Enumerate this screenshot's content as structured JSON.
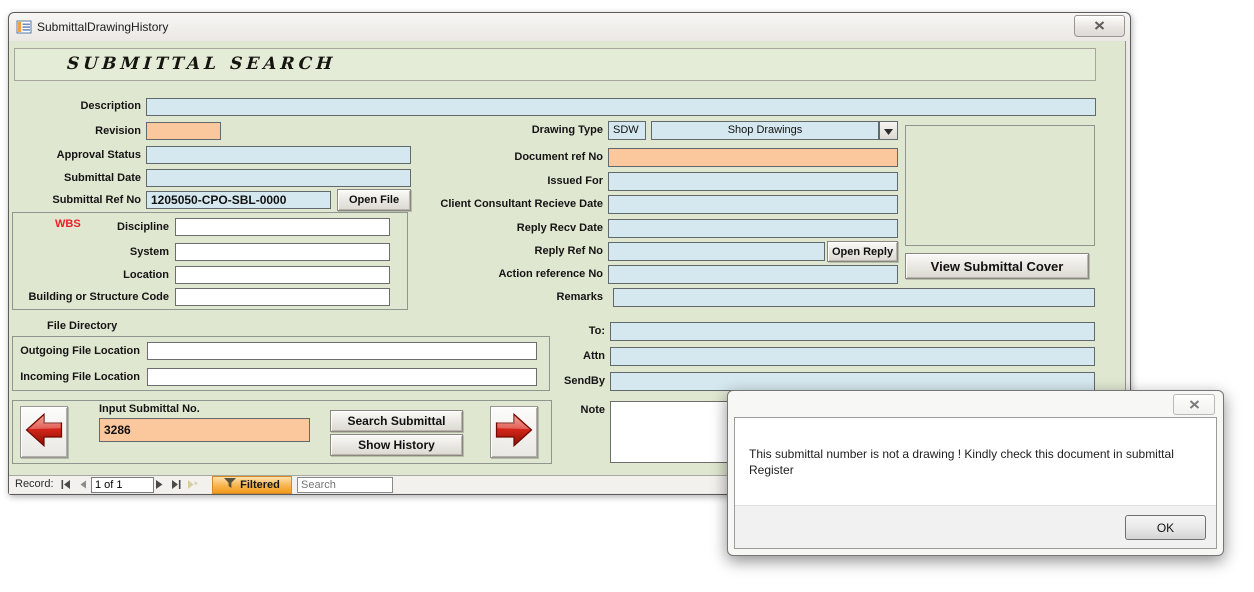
{
  "window": {
    "title": "SubmittalDrawingHistory"
  },
  "header": {
    "title": "SUBMITTAL SEARCH"
  },
  "fields": {
    "description": "Description",
    "revision": "Revision",
    "approval_status": "Approval Status",
    "submittal_date": "Submittal Date",
    "submittal_ref_no": "Submittal Ref No",
    "submittal_ref_value": "1205050-CPO-SBL-0000",
    "open_file": "Open File"
  },
  "wbs": {
    "title": "WBS",
    "discipline": "Discipline",
    "system": "System",
    "location": "Location",
    "building": "Building or Structure Code"
  },
  "file_directory": {
    "title": "File Directory",
    "outgoing": "Outgoing File Location",
    "incoming": "Incoming File Location"
  },
  "search_panel": {
    "label": "Input Submittal No.",
    "value": "3286",
    "search_button": "Search Submittal",
    "history_button": "Show History"
  },
  "right": {
    "drawing_type": "Drawing Type",
    "drawing_type_code": "SDW",
    "drawing_type_value": "Shop Drawings",
    "document_ref": "Document ref No",
    "issued_for": "Issued For",
    "client_consultant": "Client Consultant Recieve Date",
    "reply_recv": "Reply Recv Date",
    "reply_ref": "Reply Ref No",
    "open_reply": "Open Reply",
    "action_ref": "Action reference No",
    "remarks": "Remarks",
    "to": "To:",
    "attn": "Attn",
    "sendby": "SendBy",
    "note": "Note",
    "view_cover": "View Submittal Cover"
  },
  "record_bar": {
    "label": "Record:",
    "position": "1 of 1",
    "filtered": "Filtered",
    "search_placeholder": "Search"
  },
  "dialog": {
    "message": "This submittal number is not a drawing ! Kindly check this document in submittal Register",
    "ok": "OK"
  },
  "colors": {
    "form_bg": "#e0e7d1",
    "input_blue": "#d5e8ef",
    "input_orange": "#fbc79c",
    "wbs_red": "#ee1c25",
    "filtered_orange": "#f39a1c",
    "arrow_red": "#c11d0e"
  }
}
